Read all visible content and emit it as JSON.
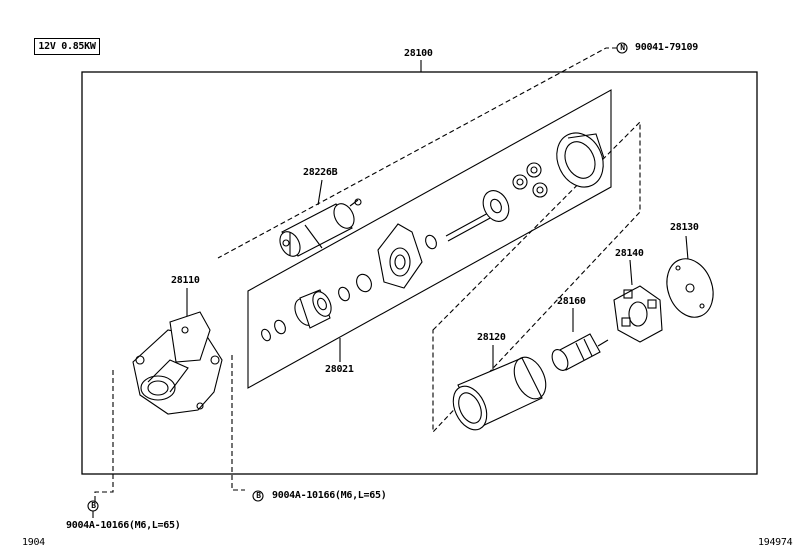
{
  "spec": "12V 0.85KW",
  "parts": {
    "p28100": "28100",
    "p28226b": "28226B",
    "p28110": "28110",
    "p28021": "28021",
    "p28120": "28120",
    "p28160": "28160",
    "p28140": "28140",
    "p28130": "28130"
  },
  "callouts": {
    "top_right": {
      "marker": "N",
      "part_no": "90041-79109"
    },
    "bottom_mid": {
      "marker": "B",
      "part_no": "9004A-10166(M6,L=65)"
    },
    "bottom_left": {
      "marker": "B",
      "part_no": "9004A-10166(M6,L=65)"
    }
  },
  "footer": {
    "left_code": "1904",
    "right_code": "194974"
  }
}
